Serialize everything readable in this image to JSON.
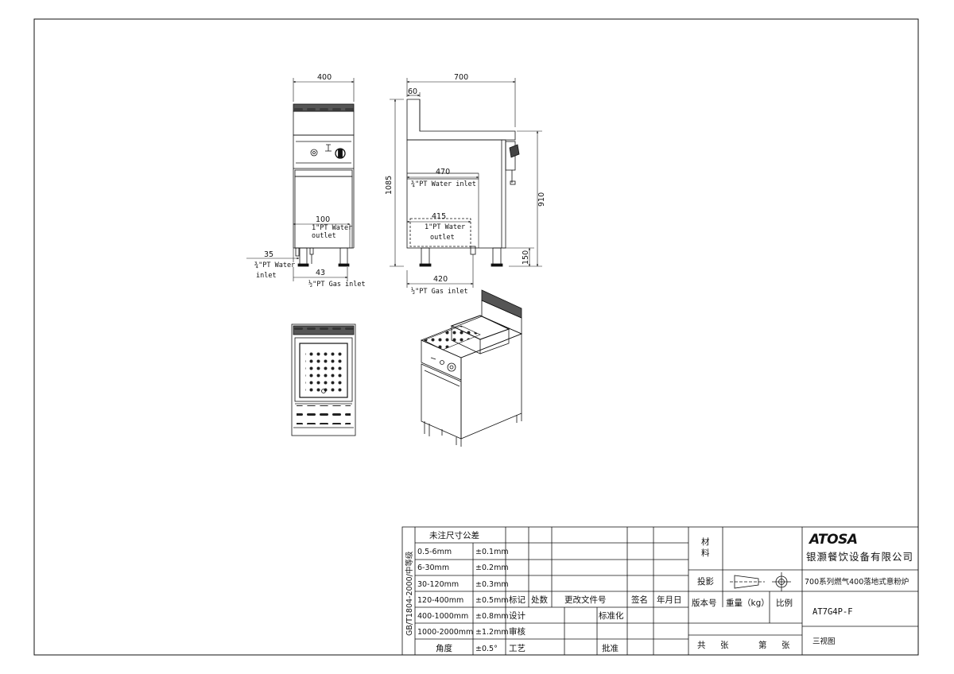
{
  "drawing": {
    "front_view": {
      "dim_width": "400",
      "dim_100": "100",
      "dim_35": "35",
      "dim_43": "43",
      "note_water_outlet_1": "1\"PT Water",
      "note_water_outlet_2": "outlet",
      "note_water_inlet_1": "¾\"PT Water",
      "note_water_inlet_2": "inlet",
      "note_gas_inlet": "½\"PT Gas inlet"
    },
    "side_view": {
      "dim_depth": "700",
      "dim_60": "60",
      "dim_470": "470",
      "dim_415": "415",
      "dim_420": "420",
      "dim_height": "1085",
      "dim_910": "910",
      "dim_150": "150",
      "note_water_inlet": "¾\"PT Water inlet",
      "note_water_outlet_1": "1\"PT Water",
      "note_water_outlet_2": "outlet",
      "note_gas_inlet": "½\"PT Gas inlet"
    }
  },
  "title_block": {
    "tolerance_title": "未注尺寸公差",
    "standard_label": "GB/T1804-2000/中等级",
    "tolerance_rows": [
      {
        "range": "0.5-6mm",
        "tol": "±0.1mm"
      },
      {
        "range": "6-30mm",
        "tol": "±0.2mm"
      },
      {
        "range": "30-120mm",
        "tol": "±0.3mm"
      },
      {
        "range": "120-400mm",
        "tol": "±0.5mm"
      },
      {
        "range": "400-1000mm",
        "tol": "±0.8mm"
      },
      {
        "range": "1000-2000mm",
        "tol": "±1.2mm"
      },
      {
        "range": "角度",
        "tol": "±0.5°"
      }
    ],
    "revision_headers": [
      "标记",
      "处数",
      "更改文件号",
      "签名",
      "年月日"
    ],
    "design": "设计",
    "review": "审核",
    "process": "工艺",
    "standardization": "标准化",
    "approval": "批准",
    "material_1": "材",
    "material_2": "料",
    "projection": "投影",
    "version_no": "版本号",
    "weight": "重量（kg）",
    "scale": "比例",
    "total": "共",
    "sheets": "张",
    "sheet_no": "第",
    "sheets_2": "张",
    "logo": "ATOSA",
    "company": "银灏餐饮设备有限公司",
    "product_name": "700系列燃气400落地式意粉炉",
    "model": "AT7G4P-F",
    "view_name": "三视图"
  }
}
